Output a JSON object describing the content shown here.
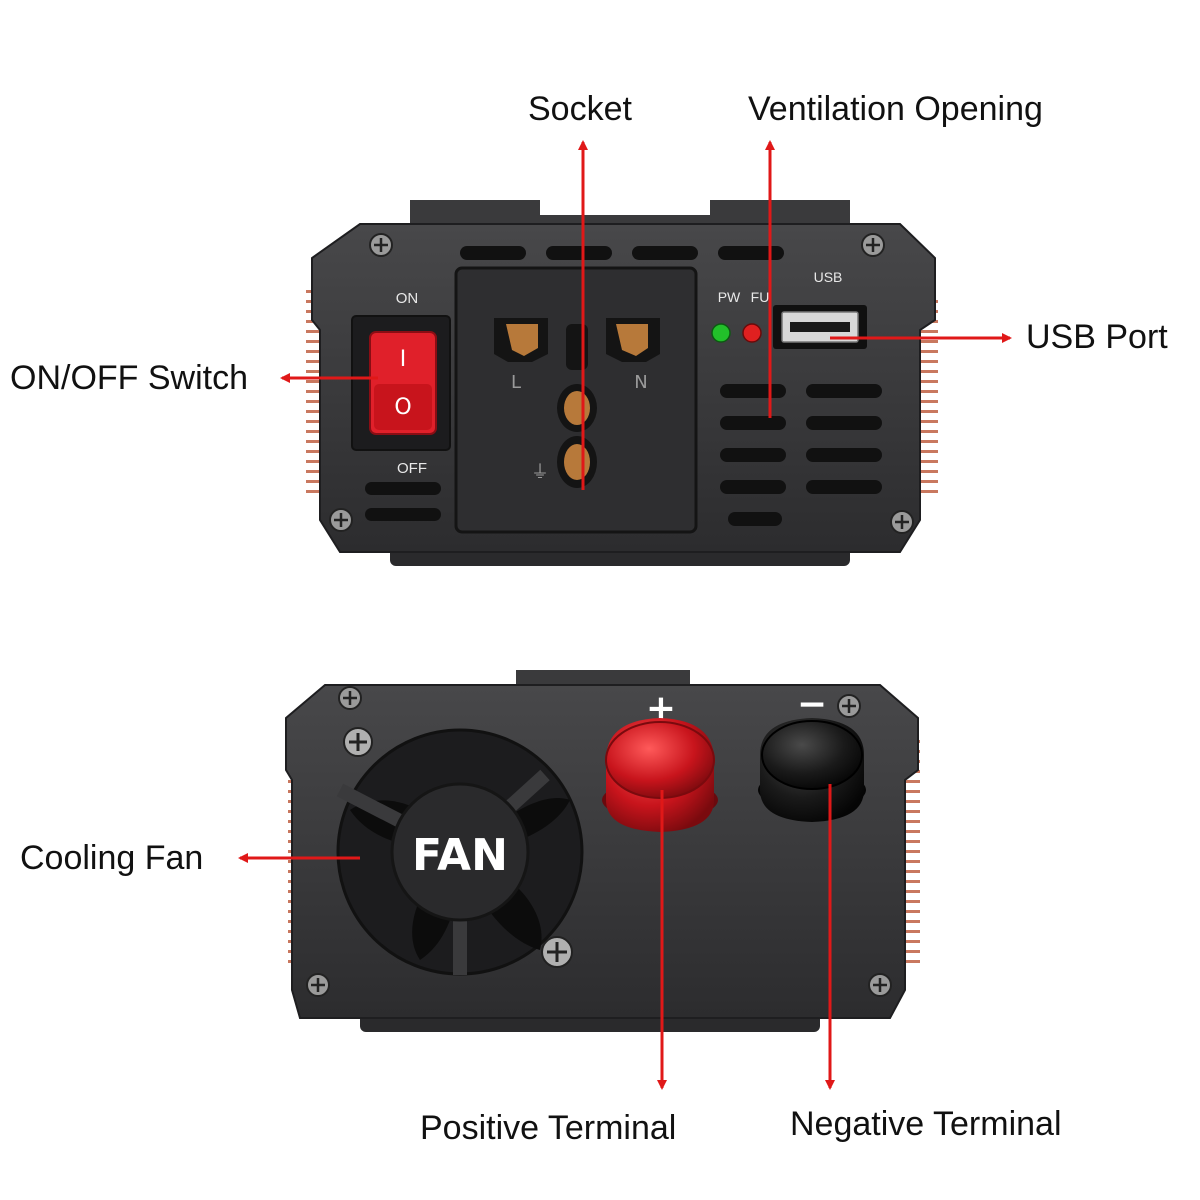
{
  "labels": {
    "socket": "Socket",
    "ventilation": "Ventilation Opening",
    "usb_port": "USB Port",
    "switch": "ON/OFF Switch",
    "cooling_fan": "Cooling Fan",
    "positive": "Positive Terminal",
    "negative": "Negative Terminal"
  },
  "panel": {
    "on": "ON",
    "off": "OFF",
    "pw": "PW",
    "fu": "FU",
    "usb": "USB",
    "switch_on_symbol": "I",
    "switch_off_symbol": "O",
    "socket_line": "L",
    "socket_neutral": "N",
    "socket_earth": "⏚",
    "fan": "FAN",
    "plus": "+",
    "minus": "−"
  },
  "colors": {
    "housing": "#3a3a3c",
    "arrow": "#e01818",
    "switch_red": "#e0202a",
    "led_green": "#22c02a",
    "led_red": "#e02020",
    "terminal_red": "#c8141c",
    "terminal_black": "#1a1a1a",
    "socket_contact": "#b7793a"
  }
}
